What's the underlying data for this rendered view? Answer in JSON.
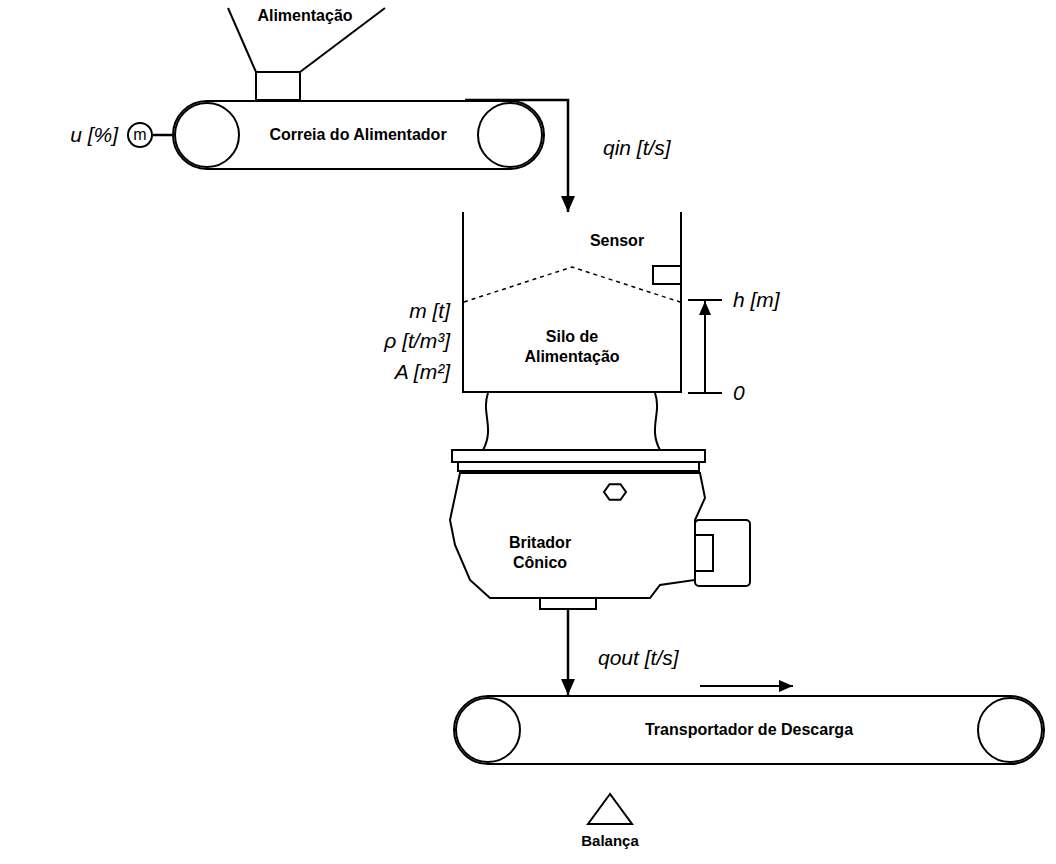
{
  "diagram": {
    "nodes": [
      {
        "text": [
          "Alimentação"
        ]
      },
      {
        "text": [
          "m"
        ]
      },
      {
        "text": [
          "Correia do Alimentador"
        ]
      },
      {
        "text": [
          "Silo de Alimentação"
        ]
      },
      {
        "text": [
          "Sensor"
        ],
        "in": 3
      },
      {
        "text": [
          "Britador Cônico"
        ]
      },
      {
        "text": [
          "Transportador de Descarga"
        ]
      },
      {
        "text": [
          "Balança"
        ]
      }
    ],
    "edges": [
      {
        "from": 1,
        "to": 2,
        "arrow": "none"
      },
      {
        "from": 2,
        "to": 3,
        "label": "qin [t/s]",
        "arrow": "to"
      },
      {
        "from": 5,
        "to": 6,
        "label": "qout [t/s]",
        "arrow": "to"
      }
    ],
    "labels": [
      "u [%]",
      "m [t]",
      "ρ [t/m³]",
      "A [m²]",
      "h [m]",
      "0"
    ]
  }
}
